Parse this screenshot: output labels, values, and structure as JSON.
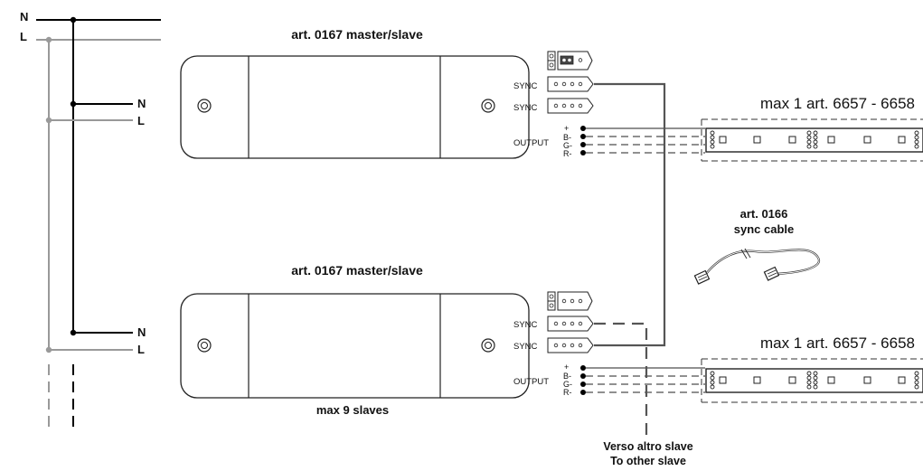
{
  "mains": {
    "n_label": "N",
    "l_label": "L"
  },
  "units": [
    {
      "title": "art. 0167 master/slave",
      "sync_label_1": "SYNC",
      "sync_label_2": "SYNC",
      "output_label": "OUTPUT",
      "pins": [
        "+",
        "B-",
        "G-",
        "R-"
      ]
    },
    {
      "title": "art. 0167 master/slave",
      "sync_label_1": "SYNC",
      "sync_label_2": "SYNC",
      "output_label": "OUTPUT",
      "pins": [
        "+",
        "B-",
        "G-",
        "R-"
      ],
      "caption": "max 9 slaves"
    }
  ],
  "strips": [
    {
      "label": "max 1 art. 6657 - 6658"
    },
    {
      "label": "max 1 art. 6657 - 6658"
    }
  ],
  "sync_cable": {
    "line1": "art. 0166",
    "line2": "sync cable"
  },
  "other_slave": {
    "line1": "Verso altro slave",
    "line2": "To other slave"
  },
  "colors": {
    "neutral_wire": "#000000",
    "live_wire": "#999999",
    "sync_wire": "#555555",
    "drawing": "#222222"
  }
}
